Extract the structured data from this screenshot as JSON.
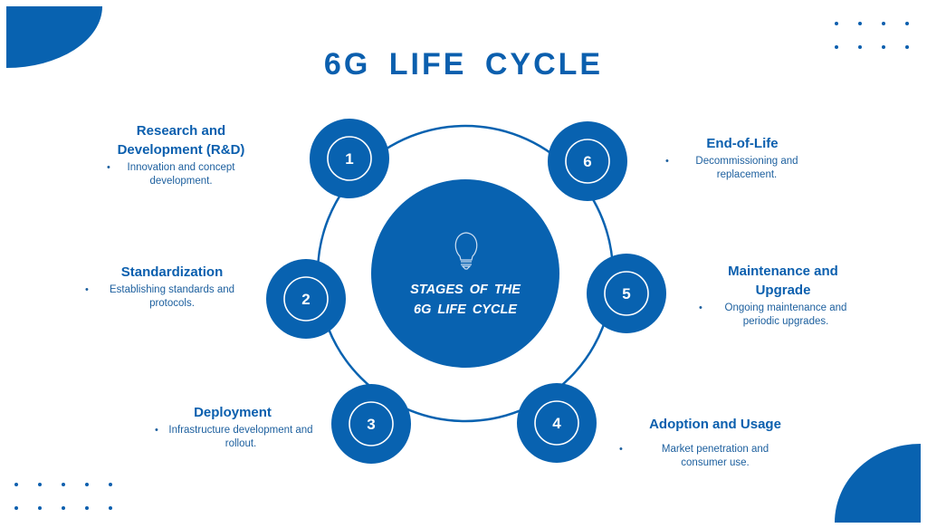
{
  "title": "6G LIFE CYCLE",
  "center": {
    "line1": "STAGES OF THE",
    "line2": "6G LIFE CYCLE",
    "icon": "lightbulb-icon"
  },
  "colors": {
    "primary": "#0862b0",
    "background": "#ffffff"
  },
  "stages": [
    {
      "number": "1",
      "title": "Research and Development (R&D)",
      "description": "Innovation and concept development."
    },
    {
      "number": "2",
      "title": "Standardization",
      "description": "Establishing standards and protocols."
    },
    {
      "number": "3",
      "title": "Deployment",
      "description": "Infrastructure development and rollout."
    },
    {
      "number": "4",
      "title": "Adoption and Usage",
      "description": "Market penetration and consumer use."
    },
    {
      "number": "5",
      "title": "Maintenance and Upgrade",
      "description": "Ongoing maintenance and periodic upgrades."
    },
    {
      "number": "6",
      "title": "End-of-Life",
      "description": "Decommissioning and replacement."
    }
  ]
}
